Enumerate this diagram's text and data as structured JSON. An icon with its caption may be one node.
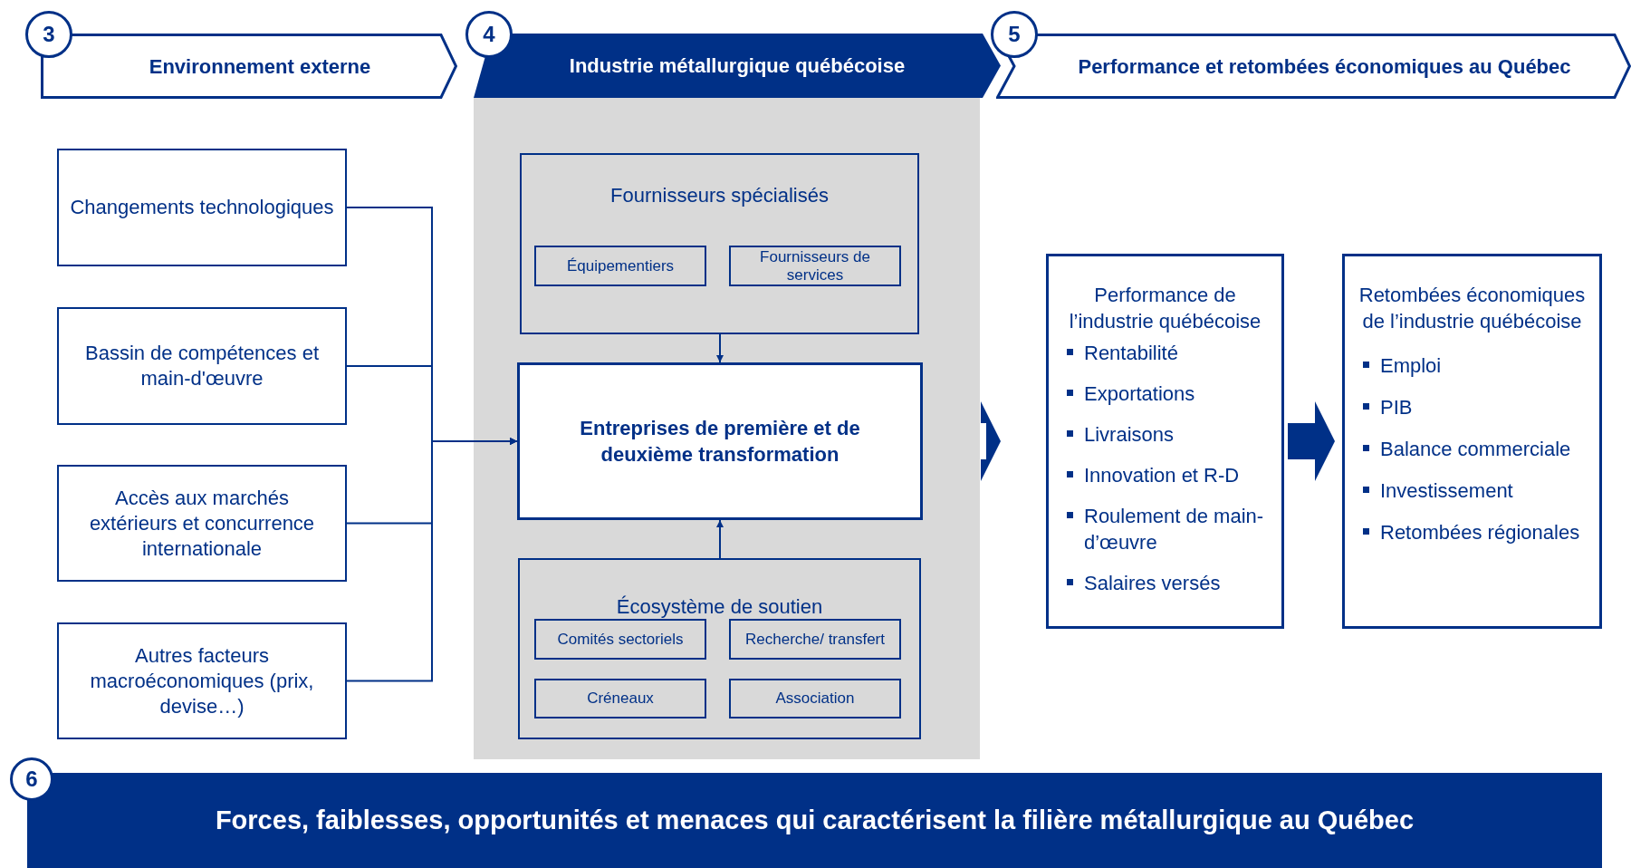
{
  "diagram": {
    "nodes": [
      {
        "text": [
          "3"
        ]
      },
      {
        "text": [
          "Environnement externe"
        ]
      },
      {
        "text": [
          "4"
        ]
      },
      {
        "text": [
          "Industrie métallurgique québécoise"
        ]
      },
      {
        "text": [
          "5"
        ]
      },
      {
        "text": [
          "Performance et retombées économiques au Québec"
        ]
      },
      {
        "text": [
          "Changements technologiques"
        ]
      },
      {
        "text": [
          "Bassin de compétences et main-d'œuvre"
        ]
      },
      {
        "text": [
          "Accès aux marchés extérieurs et concurrence internationale"
        ]
      },
      {
        "text": [
          "Autres facteurs macroéconomiques (prix, devise…)"
        ]
      },
      {
        "text": [
          "Fournisseurs spécialisés"
        ],
        "in": 3
      },
      {
        "text": [
          "Équipementiers"
        ],
        "in": 10
      },
      {
        "text": [
          "Fournisseurs de services"
        ],
        "in": 10
      },
      {
        "text": [
          "Entreprises de première et de deuxième transformation"
        ],
        "in": 3
      },
      {
        "text": [
          "Écosystème de soutien"
        ],
        "in": 3
      },
      {
        "text": [
          "Comités sectoriels"
        ],
        "in": 14
      },
      {
        "text": [
          "Recherche/ transfert"
        ],
        "in": 14
      },
      {
        "text": [
          "Créneaux"
        ],
        "in": 14
      },
      {
        "text": [
          "Association"
        ],
        "in": 14
      },
      {
        "text": [
          "Performance de l’industrie québécoise",
          "Rentabilité",
          "Exportations",
          "Livraisons",
          "Innovation et R-D",
          "Roulement de main-d’œuvre",
          "Salaires versés"
        ]
      },
      {
        "text": [
          "Retombées économiques de l’industrie québécoise",
          "Emploi",
          "PIB",
          "Balance commerciale",
          "Investissement",
          "Retombées régionales"
        ]
      },
      {
        "text": [
          "6"
        ]
      },
      {
        "text": [
          "Forces, faiblesses, opportunités et menaces qui caractérisent la filière métallurgique au Québec"
        ]
      }
    ],
    "edges": [
      {
        "from": 6,
        "to": 13,
        "arrow": "to"
      },
      {
        "from": 7,
        "to": 13,
        "arrow": "to"
      },
      {
        "from": 8,
        "to": 13,
        "arrow": "to"
      },
      {
        "from": 9,
        "to": 13,
        "arrow": "to"
      },
      {
        "from": 10,
        "to": 13,
        "arrow": "to"
      },
      {
        "from": 14,
        "to": 13,
        "arrow": "to"
      },
      {
        "from": 3,
        "to": 19,
        "arrow": "to",
        "style": "thick"
      },
      {
        "from": 19,
        "to": 20,
        "arrow": "to",
        "style": "thick"
      }
    ]
  }
}
